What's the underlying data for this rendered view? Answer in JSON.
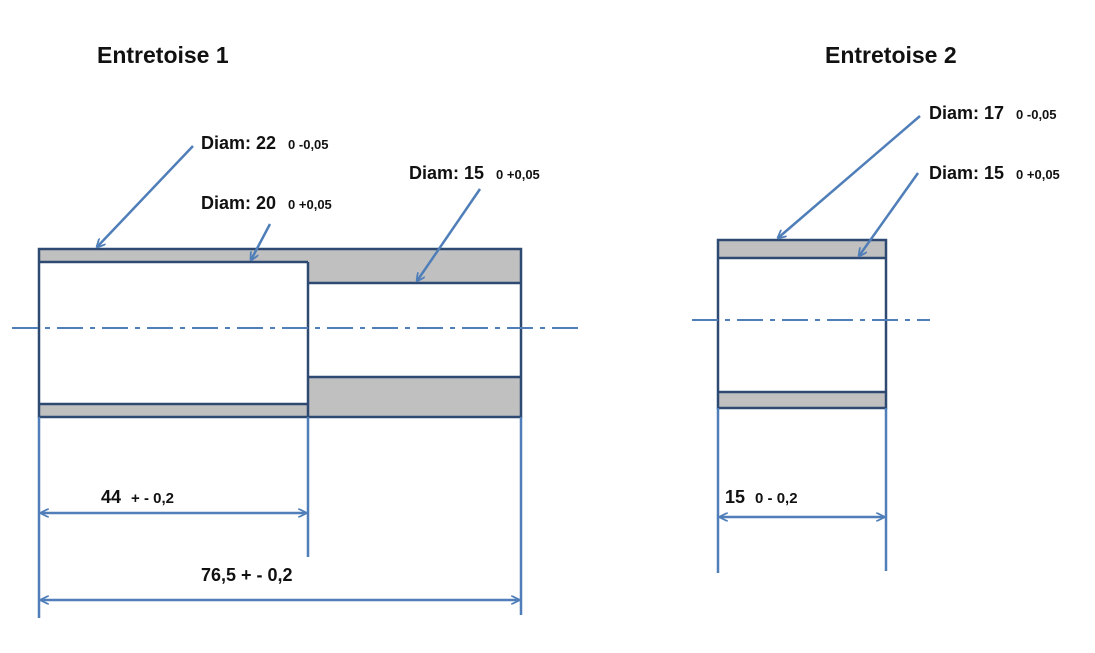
{
  "piece1": {
    "title": "Entretoise 1",
    "diam22": {
      "text": "Diam: 22",
      "tol": "0 -0,05"
    },
    "diam20": {
      "text": "Diam: 20",
      "tol": "0 +0,05"
    },
    "diam15": {
      "text": "Diam: 15",
      "tol": "0 +0,05"
    },
    "length_44": {
      "value": "44",
      "tol": "+ - 0,2"
    },
    "length_total": {
      "value": "76,5 + - 0,2"
    }
  },
  "piece2": {
    "title": "Entretoise 2",
    "diam17": {
      "text": "Diam: 17",
      "tol": "0 -0,05"
    },
    "diam15": {
      "text": "Diam: 15",
      "tol": "0 +0,05"
    },
    "length_15": {
      "value": "15",
      "tol": "0 - 0,2"
    }
  },
  "colors": {
    "outline": "#2e4a73",
    "dimension": "#4f7eb8",
    "fill": "#c0c0c0"
  }
}
